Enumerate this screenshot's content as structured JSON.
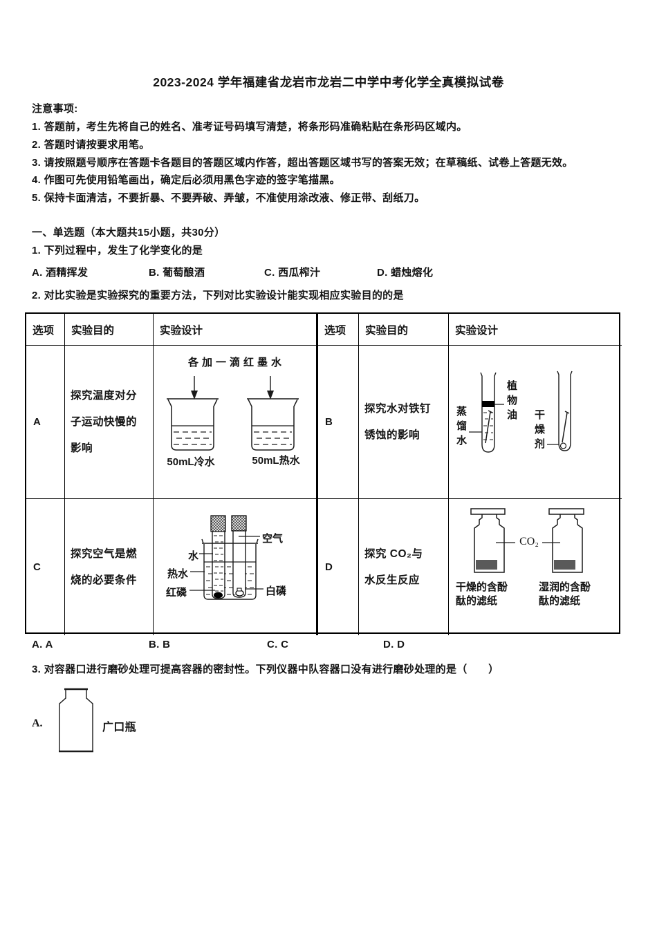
{
  "title": "2023-2024 学年福建省龙岩市龙岩二中学中考化学全真模拟试卷",
  "notice": {
    "heading": "注意事项:",
    "items": [
      "1. 答题前，考生先将自己的姓名、准考证号码填写清楚，将条形码准确粘贴在条形码区域内。",
      "2. 答题时请按要求用笔。",
      "3. 请按照题号顺序在答题卡各题目的答题区域内作答，超出答题区域书写的答案无效；在草稿纸、试卷上答题无效。",
      "4. 作图可先使用铅笔画出，确定后必须用黑色字迹的签字笔描黑。",
      "5. 保持卡面清洁，不要折暴、不要弄破、弄皱，不准使用涂改液、修正带、刮纸刀。"
    ]
  },
  "section_heading": "一、单选题（本大题共15小题，共30分）",
  "q1": {
    "text": "1. 下列过程中，发生了化学变化的是",
    "options": [
      "A. 酒精挥发",
      "B. 葡萄酿酒",
      "C. 西瓜榨汁",
      "D. 蜡烛熔化"
    ]
  },
  "q2": {
    "text": "2. 对比实验是实验探究的重要方法，下列对比实验设计能实现相应实验目的的是",
    "table": {
      "headers": [
        "选项",
        "实验目的",
        "实验设计"
      ],
      "rows": [
        {
          "option": "A",
          "purpose": "探究温度对分子运动快慢的影响"
        },
        {
          "option": "B",
          "purpose": "探究水对铁钉锈蚀的影响"
        },
        {
          "option": "C",
          "purpose": "探究空气是燃烧的必要条件"
        },
        {
          "option": "D",
          "purpose": "探究 CO₂与水反生反应"
        }
      ]
    },
    "diagrams": {
      "a": {
        "drop_label": "各加一滴红墨水",
        "beaker_left": "50mL冷水",
        "beaker_right": "50mL热水"
      },
      "b": {
        "distilled_water": "蒸馏水",
        "vegetable_oil": "植物油",
        "desiccant": "干燥剂"
      },
      "c": {
        "water": "水",
        "hot_water": "热水",
        "red_phosphorus": "红磷",
        "air": "空气",
        "white_phosphorus": "白磷"
      },
      "d": {
        "gas": "CO₂",
        "left_caption": "干燥的含酚酞的滤纸",
        "right_caption": "湿润的含酚酞的滤纸",
        "paper_color": "#5a5a5a"
      }
    },
    "answers": [
      "A. A",
      "B. B",
      "C. C",
      "D. D"
    ]
  },
  "q3": {
    "text": "3. 对容器口进行磨砂处理可提高容器的密封性。下列仪器中队容器口没有进行磨砂处理的是（　　）",
    "option_key": "A.",
    "option_label": "广口瓶"
  }
}
